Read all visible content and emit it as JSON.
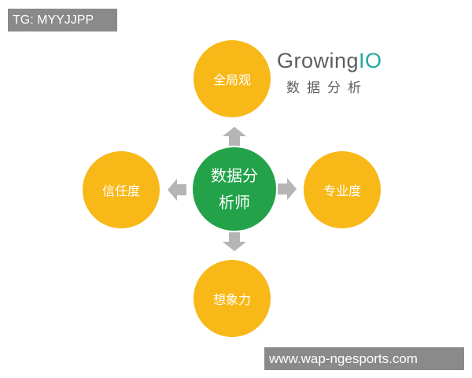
{
  "watermarks": {
    "top": "TG: MYYJJPP",
    "bottom": "www.wap-ngesports.com"
  },
  "logo": {
    "brand_main": "Growing",
    "brand_accent": "IO",
    "subtitle": "数据分析"
  },
  "diagram": {
    "center": "数据分析师",
    "top": "全局观",
    "left": "信任度",
    "right": "专业度",
    "bottom": "想象力"
  },
  "colors": {
    "outer_circle": "#f8b818",
    "center_circle": "#23a24a",
    "arrow": "#b5b5b5",
    "watermark_bg": "#8a8a8a",
    "logo_accent": "#1fa9a0"
  }
}
